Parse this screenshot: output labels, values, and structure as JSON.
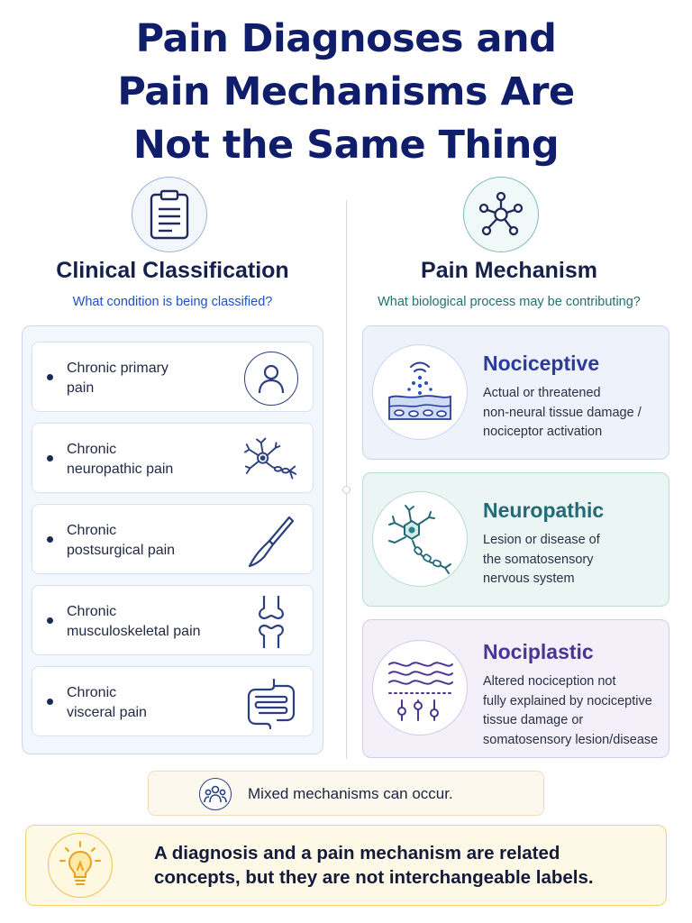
{
  "title": {
    "line1": "Pain Diagnoses and",
    "line2": "Pain Mechanisms Are",
    "line3": "Not the Same Thing"
  },
  "left_column": {
    "icon": "clipboard-icon",
    "title": "Clinical Classification",
    "subtitle": "What condition is being classified?",
    "items": [
      {
        "line1": "Chronic primary",
        "line2": "pain",
        "icon": "person-icon"
      },
      {
        "line1": "Chronic",
        "line2": "neuropathic pain",
        "icon": "neuron-icon"
      },
      {
        "line1": "Chronic",
        "line2": "postsurgical pain",
        "icon": "scalpel-icon"
      },
      {
        "line1": "Chronic",
        "line2": "musculoskeletal pain",
        "icon": "joint-icon"
      },
      {
        "line1": "Chronic",
        "line2": "visceral pain",
        "icon": "intestine-icon"
      }
    ]
  },
  "right_column": {
    "icon": "network-icon",
    "title": "Pain Mechanism",
    "subtitle": "What biological process may be contributing?",
    "mechanisms": [
      {
        "name": "Nociceptive",
        "icon": "tissue-signal-icon",
        "color": "#2c3a9a",
        "lines": [
          "Actual or threatened",
          "non-neural tissue damage /",
          "nociceptor activation"
        ]
      },
      {
        "name": "Neuropathic",
        "icon": "neuron-axon-icon",
        "color": "#236a78",
        "lines": [
          "Lesion or disease of",
          "the somatosensory",
          "nervous system"
        ]
      },
      {
        "name": "Nociplastic",
        "icon": "waves-sliders-icon",
        "color": "#4b3592",
        "lines": [
          "Altered nociception not",
          "fully explained by nociceptive",
          "tissue damage or",
          "somatosensory lesion/disease"
        ]
      }
    ]
  },
  "mixed": {
    "icon": "group-icon",
    "text": "Mixed mechanisms can occur."
  },
  "summary": {
    "icon": "lightbulb-icon",
    "line1": "A diagnosis and a pain mechanism are related",
    "line2": "concepts, but they are not interchangeable labels."
  },
  "colors": {
    "title": "#0f1d6b",
    "accent_blue": "#1f4fc7",
    "accent_teal": "#22706f",
    "nociceptive_bg": "#eef3fb",
    "neuropathic_bg": "#ebf6f4",
    "nociplastic_bg": "#f3f0fa"
  }
}
